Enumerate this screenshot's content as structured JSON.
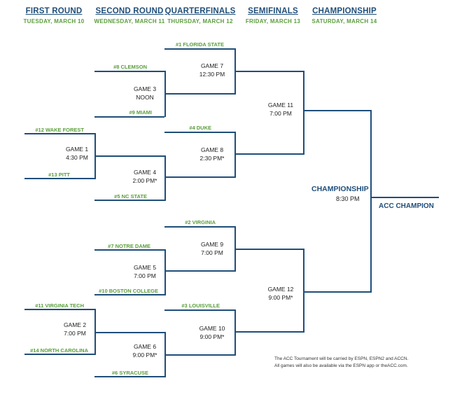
{
  "rounds": [
    {
      "title": "FIRST ROUND",
      "date": "TUESDAY, MARCH 10"
    },
    {
      "title": "SECOND ROUND",
      "date": "WEDNESDAY, MARCH 11"
    },
    {
      "title": "QUARTERFINALS",
      "date": "THURSDAY, MARCH 12"
    },
    {
      "title": "SEMIFINALS",
      "date": "FRIDAY, MARCH 13"
    },
    {
      "title": "CHAMPIONSHIP",
      "date": "SATURDAY, MARCH 14"
    }
  ],
  "teams": {
    "florida_state": "#1 FLORIDA STATE",
    "clemson": "#8 CLEMSON",
    "miami": "#9 MIAMI",
    "wake_forest": "#12 WAKE FOREST",
    "duke": "#4 DUKE",
    "pitt": "#13 PITT",
    "nc_state": "#5 NC STATE",
    "virginia": "#2 VIRGINIA",
    "notre_dame": "#7 NOTRE DAME",
    "boston_college": "#10 BOSTON COLLEGE",
    "virginia_tech": "#11 VIRGINIA TECH",
    "louisville": "#3 LOUISVILLE",
    "north_carolina": "#14 NORTH CAROLINA",
    "syracuse": "#6 SYRACUSE"
  },
  "games": {
    "g1": {
      "name": "GAME 1",
      "time": "4:30 PM"
    },
    "g2": {
      "name": "GAME 2",
      "time": "7:00 PM"
    },
    "g3": {
      "name": "GAME 3",
      "time": "NOON"
    },
    "g4": {
      "name": "GAME 4",
      "time": "2:00 PM*"
    },
    "g5": {
      "name": "GAME 5",
      "time": "7:00 PM"
    },
    "g6": {
      "name": "GAME 6",
      "time": "9:00 PM*"
    },
    "g7": {
      "name": "GAME 7",
      "time": "12:30 PM"
    },
    "g8": {
      "name": "GAME 8",
      "time": "2:30 PM*"
    },
    "g9": {
      "name": "GAME 9",
      "time": "7:00 PM"
    },
    "g10": {
      "name": "GAME 10",
      "time": "9:00 PM*"
    },
    "g11": {
      "name": "GAME 11",
      "time": "7:00 PM"
    },
    "g12": {
      "name": "GAME 12",
      "time": "9:00 PM*"
    }
  },
  "championship": {
    "label": "CHAMPIONSHIP",
    "time": "8:30 PM",
    "winner": "ACC CHAMPION"
  },
  "note": {
    "line1": "The ACC Tournament will be carried by ESPN, ESPN2 and ACCN.",
    "line2": "All games will also be available via the ESPN app or theACC.com."
  },
  "colors": {
    "line": "#1f4e79",
    "team": "#5a9e3c",
    "heading": "#1f4e79",
    "text": "#222222"
  }
}
